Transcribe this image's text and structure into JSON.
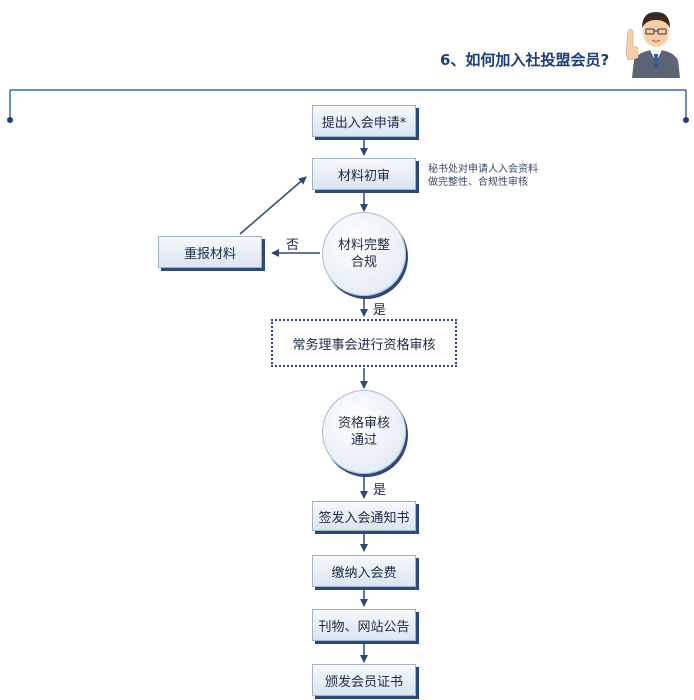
{
  "title": "6、如何加入社投盟会员?",
  "steps": {
    "apply": "提出入会申请*",
    "review": "材料初审",
    "resubmit": "重报材料",
    "council": "常务理事会进行资格审核",
    "notice": "签发入会通知书",
    "fee": "缴纳入会费",
    "publish": "刊物、网站公告",
    "certificate": "颁发会员证书"
  },
  "decisions": {
    "complete_line1": "材料完整",
    "complete_line2": "合规",
    "pass_line1": "资格审核",
    "pass_line2": "通过"
  },
  "branches": {
    "no": "否",
    "yes_1": "是",
    "yes_2": "是"
  },
  "note": {
    "line1": "秘书处对申请人入会资料",
    "line2": "做完整性、合规性审核"
  },
  "colors": {
    "accent": "#1d3c78",
    "line": "#2e4a74",
    "connector": "#3b6a9a"
  },
  "icons": {
    "avatar": "businessman-thumbs-up-icon"
  }
}
